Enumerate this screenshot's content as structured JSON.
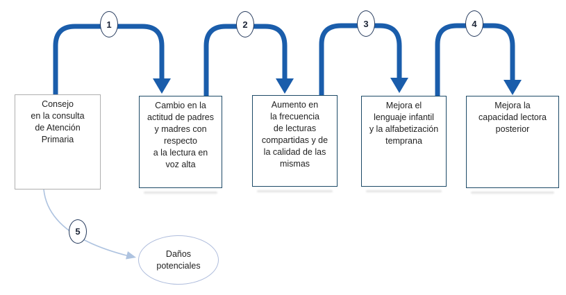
{
  "figure": {
    "description": "Flow diagram: advice in primary care consultation leading to improved later reading ability, with potential harms branch",
    "colors": {
      "background": "#ffffff",
      "arrow_blue": "#1a5dab",
      "box_border_blue": "#1c4966",
      "box_border_gray": "#aeaeae",
      "badge_border_navy": "#24395c",
      "light_blue": "#aec3e0",
      "text": "#1f1f1f"
    },
    "boxes": [
      {
        "label": "Consejo\nen la consulta\nde Atención\nPrimaria"
      },
      {
        "label": "Cambio en la\nactitud de padres\ny madres con\nrespecto\na la lectura en\nvoz alta"
      },
      {
        "label": "Aumento en\nla frecuencia\nde lecturas\ncompartidas y de\nla calidad de las\nmismas"
      },
      {
        "label": "Mejora el\nlenguaje infantil\ny la alfabetización\ntemprana"
      },
      {
        "label": "Mejora la\ncapacidad lectora\nposterior"
      }
    ],
    "connector_numbers": [
      "1",
      "2",
      "3",
      "4",
      "5"
    ],
    "harms_ellipse": {
      "label": "Daños\npotenciales"
    }
  }
}
